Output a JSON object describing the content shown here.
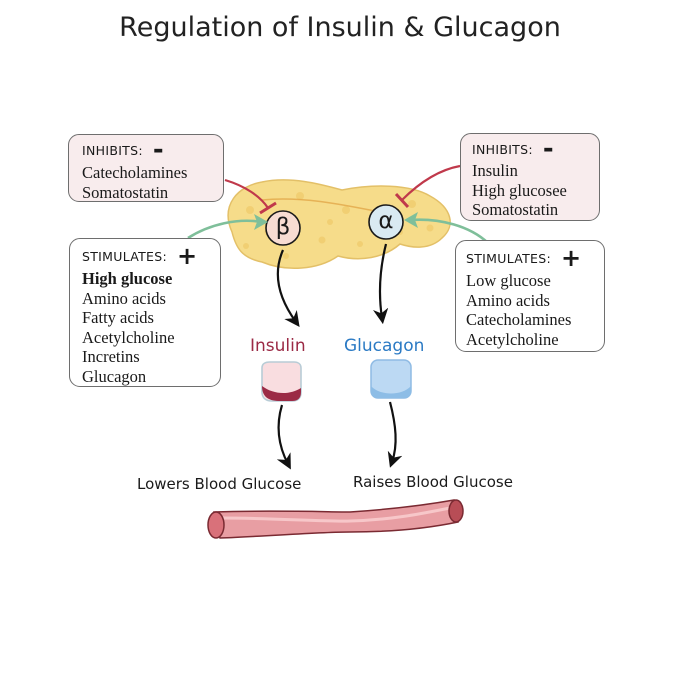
{
  "title": "Regulation of Insulin & Glucagon",
  "left_inhibits": {
    "heading": "Inhibits:",
    "sign": "-",
    "items": [
      "Catecholamines",
      "Somatostatin"
    ]
  },
  "right_inhibits": {
    "heading": "Inhibits:",
    "sign": "-",
    "items": [
      "Insulin",
      "High glucosee",
      "Somatostatin"
    ]
  },
  "left_stimulates": {
    "heading": "Stimulates:",
    "sign": "+",
    "items": [
      "High glucose",
      "Amino acids",
      "Fatty acids",
      "Acetylcholine",
      "Incretins",
      "Glucagon"
    ]
  },
  "right_stimulates": {
    "heading": "Stimulates:",
    "sign": "+",
    "items": [
      "Low glucose",
      "Amino acids",
      "Catecholamines",
      "Acetylcholine"
    ]
  },
  "cells": {
    "beta": "β",
    "alpha": "α"
  },
  "hormones": {
    "insulin": "Insulin",
    "glucagon": "Glucagon"
  },
  "effects": {
    "insulin": "Lowers Blood Glucose",
    "glucagon": "Raises Blood Glucose"
  },
  "colors": {
    "insulin": "#9b2a45",
    "glucagon": "#2b7ac4",
    "inhibit_arrow": "#c0394b",
    "stimulate_arrow": "#7fbf9a",
    "pancreas": "#f6dc8a",
    "vessel": "#e89ea3"
  }
}
